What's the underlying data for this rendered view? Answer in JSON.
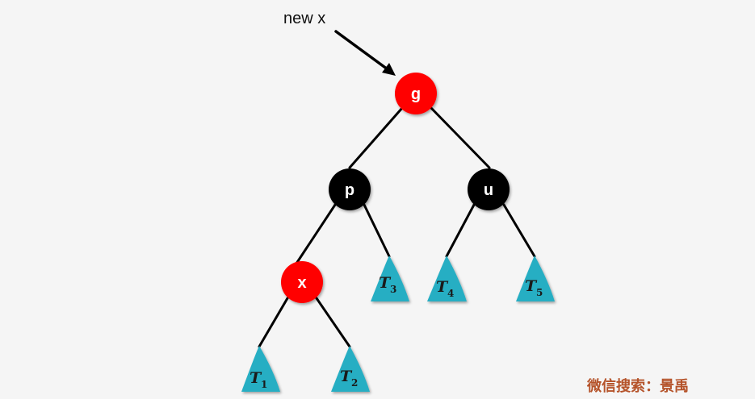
{
  "pointer": {
    "label": "new x"
  },
  "nodes": {
    "g": {
      "label": "g",
      "color": "red"
    },
    "p": {
      "label": "p",
      "color": "black"
    },
    "u": {
      "label": "u",
      "color": "black"
    },
    "x": {
      "label": "x",
      "color": "red"
    }
  },
  "subtrees": [
    {
      "letter": "T",
      "sub": "1"
    },
    {
      "letter": "T",
      "sub": "2"
    },
    {
      "letter": "T",
      "sub": "3"
    },
    {
      "letter": "T",
      "sub": "4"
    },
    {
      "letter": "T",
      "sub": "5"
    }
  ],
  "watermark": "微信搜索：景禹",
  "colors": {
    "red_node": "#ff0000",
    "black_node": "#000000",
    "subtree": "#26aec3",
    "watermark": "#b5532a"
  }
}
